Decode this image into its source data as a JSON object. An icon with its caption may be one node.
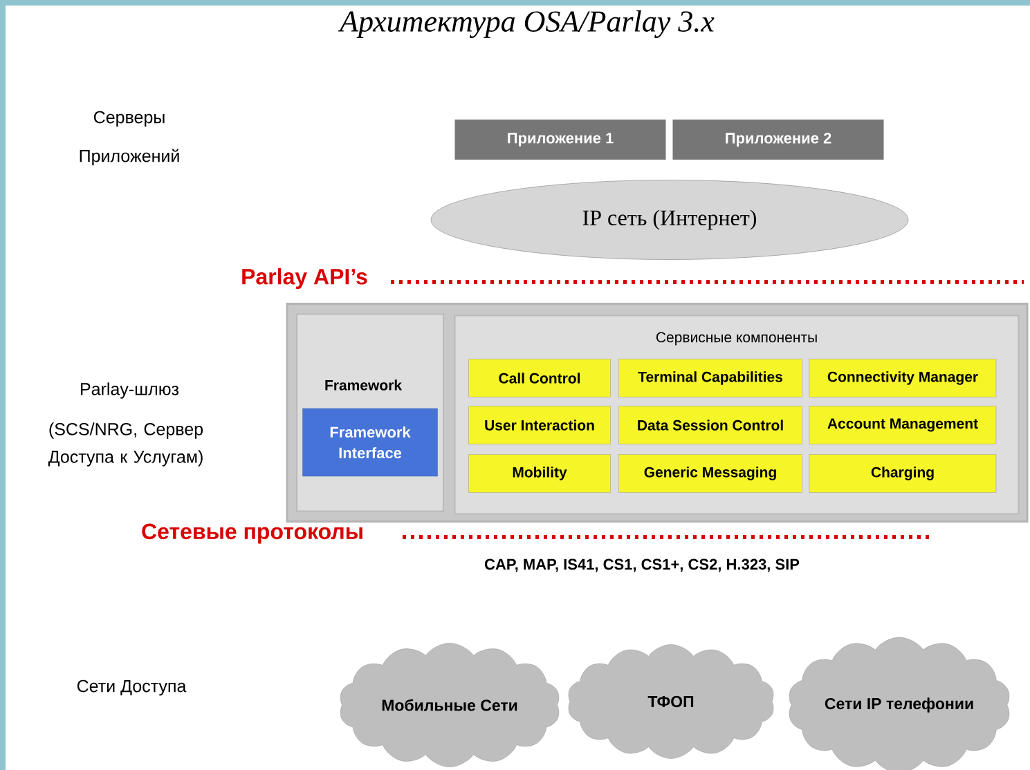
{
  "diagram": {
    "title": "Архитектура OSA/Parlay 3.x",
    "nodes": [
      {
        "text": [
          "Приложение 1"
        ]
      },
      {
        "text": [
          "Приложение 2"
        ]
      },
      {
        "text": [
          "IP  сеть (Интернет)"
        ]
      },
      {
        "text": [],
        "shape": "box"
      },
      {
        "text": [
          "Framework"
        ],
        "in": 3
      },
      {
        "text": [
          "Framework Interface"
        ],
        "in": 4
      },
      {
        "text": [
          "Сервисные компоненты"
        ],
        "in": 3
      },
      {
        "text": [
          "Call Control"
        ],
        "in": 6
      },
      {
        "text": [
          "Terminal Capabilities"
        ],
        "in": 6
      },
      {
        "text": [
          "Connectivity Manager"
        ],
        "in": 6
      },
      {
        "text": [
          "User Interaction"
        ],
        "in": 6
      },
      {
        "text": [
          "Data Session Control"
        ],
        "in": 6
      },
      {
        "text": [
          "Account Management"
        ],
        "in": 6
      },
      {
        "text": [
          "Mobility"
        ],
        "in": 6
      },
      {
        "text": [
          "Generic Messaging"
        ],
        "in": 6
      },
      {
        "text": [
          "Charging"
        ],
        "in": 6
      },
      {
        "text": [
          "Мобильные Сети"
        ]
      },
      {
        "text": [
          "ТФОП"
        ]
      },
      {
        "text": [
          "Сети IP телефонии"
        ]
      }
    ],
    "labels": [
      "Серверы Приложений",
      "Parlay API’s",
      "Parlay-шлюз",
      "(SCS/NRG, Сервер Доступа к Услугам)",
      "Сетевые протоколы",
      "CAP, MAP, IS41, CS1, CS1+, CS2, H.323, SIP",
      "Сети Доступа"
    ]
  }
}
